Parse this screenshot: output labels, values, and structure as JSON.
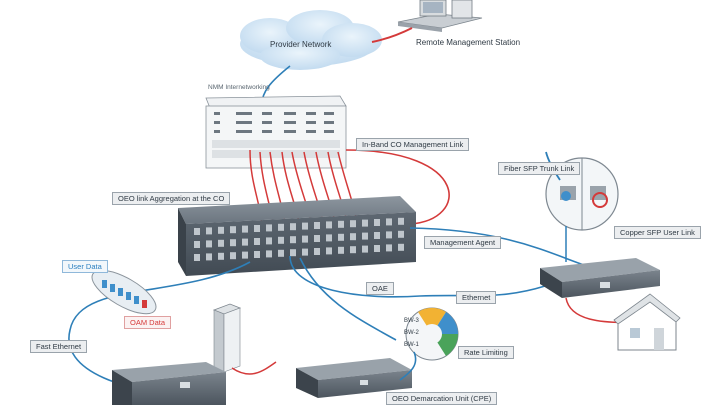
{
  "labels": {
    "provider_network": "Provider Network",
    "remote_management_station": "Remote Management Station",
    "nvm_internetworking": "NMM Internetworking",
    "inband_co_management_link": "In-Band CO Management Link",
    "oeo_link_aggregation": "OEO link Aggregation at the CO",
    "fiber_sfp_trunk_link": "Fiber SFP Trunk Link",
    "copper_sfp_user_link": "Copper SFP User Link",
    "management_agent": "Management Agent",
    "user_data": "User Data",
    "oam_data": "OAM Data",
    "oae": "OAE",
    "ethernet": "Ethernet",
    "fast_ethernet": "Fast Ethernet",
    "rate_limiting": "Rate Limiting",
    "bw1": "BW-1",
    "bw2": "BW-2",
    "bw3": "BW-3",
    "oeo_demarcation_unit": "OEO Demarcation Unit (CPE)"
  },
  "colors": {
    "cable_blue": "#2e7fb8",
    "cable_red": "#d43a3a",
    "cloud": "#cfe3f3",
    "chassis": "#5c6670"
  }
}
